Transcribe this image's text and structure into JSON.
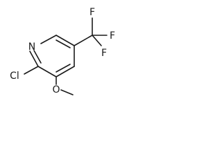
{
  "molecule": {
    "atoms": {
      "chlorine": "Cl",
      "nitrogen": "N",
      "oxygen": "O",
      "fluorine_top": "F",
      "fluorine_right": "F",
      "fluorine_bottom": "F"
    }
  }
}
